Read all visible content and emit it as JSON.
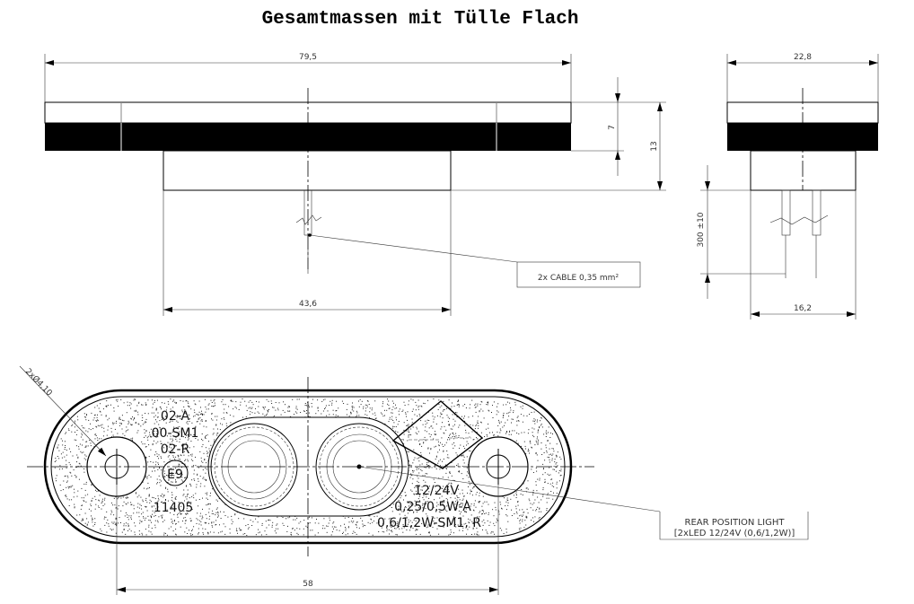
{
  "title": "Gesamtmassen mit Tülle Flach",
  "side_view": {
    "dim_length": "79,5",
    "dim_height_top": "7",
    "dim_height_total": "13",
    "dim_body_width": "43,6",
    "cable_callout": "2x CABLE 0,35 mm²"
  },
  "end_view": {
    "dim_width": "22,8",
    "dim_body_width": "16,2",
    "dim_cable_length": "300 ±10"
  },
  "top_view": {
    "hole_callout": "2xØ4,10",
    "markings_left": [
      "02-A",
      "00-SM1",
      "02-R"
    ],
    "approval_mark": "E9",
    "approval_number": "11405",
    "markings_right": [
      "12/24V",
      "0,25/0,5W-A",
      "0,6/1,2W-SM1, R"
    ],
    "dim_hole_spacing": "58",
    "product_callout": [
      "REAR POSITION LIGHT",
      "[2xLED 12/24V (0,6/1,2W)]"
    ]
  }
}
